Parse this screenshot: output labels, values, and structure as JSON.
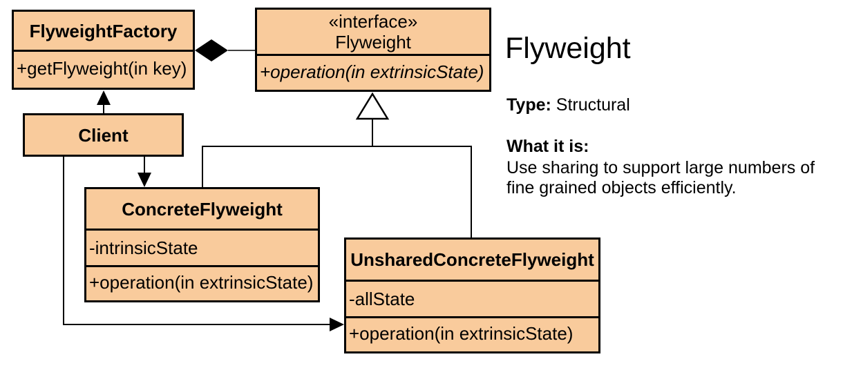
{
  "colors": {
    "box_fill": "#F9CB9C",
    "box_border": "#000000",
    "line": "#000000",
    "bg": "#FFFFFF",
    "text": "#000000"
  },
  "classes": {
    "flyweight_factory": {
      "name": "FlyweightFactory",
      "method": "+getFlyweight(in key)"
    },
    "flyweight": {
      "stereotype": "«interface»",
      "name": "Flyweight",
      "method": "+operation(in extrinsicState)"
    },
    "client": {
      "name": "Client"
    },
    "concrete_flyweight": {
      "name": "ConcreteFlyweight",
      "attribute": "-intrinsicState",
      "method": "+operation(in extrinsicState)"
    },
    "unshared_concrete_flyweight": {
      "name": "UnsharedConcreteFlyweight",
      "attribute": "-allState",
      "method": "+operation(in extrinsicState)"
    }
  },
  "relationships": [
    {
      "type": "composition",
      "from": "FlyweightFactory",
      "to": "Flyweight"
    },
    {
      "type": "directed-association",
      "from": "Client",
      "to": "FlyweightFactory"
    },
    {
      "type": "directed-association",
      "from": "Client",
      "to": "ConcreteFlyweight"
    },
    {
      "type": "directed-association",
      "from": "Client",
      "to": "UnsharedConcreteFlyweight"
    },
    {
      "type": "realization",
      "from": "ConcreteFlyweight",
      "to": "Flyweight"
    },
    {
      "type": "realization",
      "from": "UnsharedConcreteFlyweight",
      "to": "Flyweight"
    }
  ],
  "info": {
    "heading": "Flyweight",
    "type_label": "Type:",
    "type_value": "Structural",
    "what_label": "What it is:",
    "description": "Use sharing to support large numbers of fine grained objects efficiently."
  }
}
